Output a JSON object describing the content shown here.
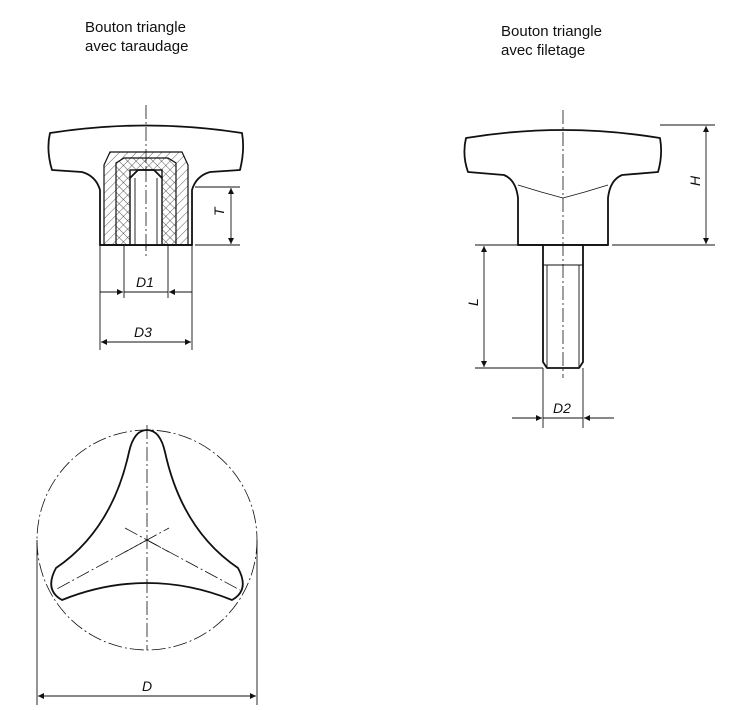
{
  "captions": {
    "left_line1": "Bouton triangle",
    "left_line2": "avec taraudage",
    "right_line1": "Bouton triangle",
    "right_line2": "avec filetage"
  },
  "dimensions": {
    "d1": "D1",
    "d3": "D3",
    "t": "T",
    "h": "H",
    "l": "L",
    "d2": "D2",
    "d": "D"
  }
}
